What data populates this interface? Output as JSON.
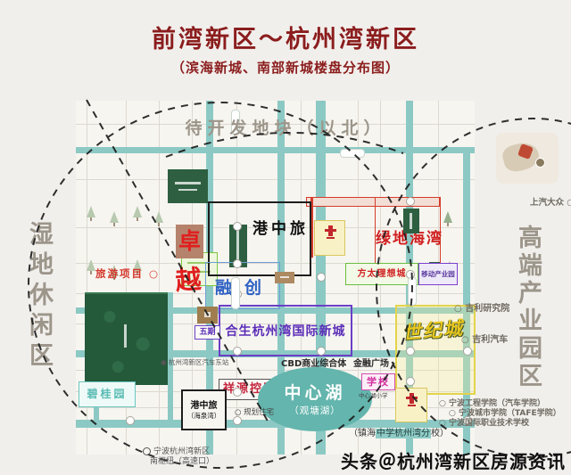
{
  "header": {
    "title": "前湾新区～杭州湾新区",
    "subtitle": "（滨海新城、南部新城楼盘分布图）"
  },
  "regions": {
    "north": "待开发地块（以北）",
    "west": "湿地休闲区",
    "east": "高端产业园区"
  },
  "estates": {
    "gangzhonglv": "港中旅",
    "zhuo": "卓",
    "yue": "越",
    "rongchuang": "融创",
    "lvdi_haiwan": "绿地海湾",
    "fangtai": "方太理想城",
    "yidong": "移动产业园",
    "hesheng": "合生杭州湾国际新城",
    "wuqi": "五期",
    "shijicheng": "世纪城",
    "xiangyuan": "祥源控股",
    "haiquanwan_line1": "港中旅",
    "haiquanwan_line2": "（海泉湾）",
    "biguiyuan": "碧桂园",
    "xuexiao": "学校",
    "xuexiao_sub": "中心湖小学"
  },
  "landmarks": {
    "central_lake": "中心湖",
    "central_lake_alt": "（观塘湖）",
    "cbd": "CBD商业综合体",
    "finance": "金融广场",
    "tourism": "旅游项目 ○",
    "bus_station": "● 杭州湾新区汽车东站",
    "planned_housing": "○ 规划住宅",
    "school_branch_pre": "（镇海",
    "school_branch_mid": "中学杭州湾分",
    "school_branch_post": "校）",
    "hub_line1": "宁波杭州湾新区",
    "hub_line2": "南枢纽（高速口）",
    "saic_vw": "上汽大众 ○",
    "geely_research": "○ 吉利研究院",
    "geely_auto": "○ 吉利汽车",
    "college1": "○ 宁波工程学院（汽车学院）",
    "college2": "○ 宁波城市学院（TAFE学院）",
    "college3": "○ 宁波国际职业技术学校"
  },
  "watermark": "头条＠杭州湾新区房源资讯",
  "colors": {
    "title_red": "#8b1d1d",
    "road_teal": "#8cc9c4",
    "accent_red": "#d43c2a",
    "sunac_blue": "#2f62c4",
    "hopson_purple": "#6b3fc6",
    "century_yellow": "#e6c61f",
    "school_magenta": "#d2309e",
    "park_green": "#2e5f41",
    "lake_teal": "#63b5ad",
    "muted_gray": "#9c958a"
  }
}
